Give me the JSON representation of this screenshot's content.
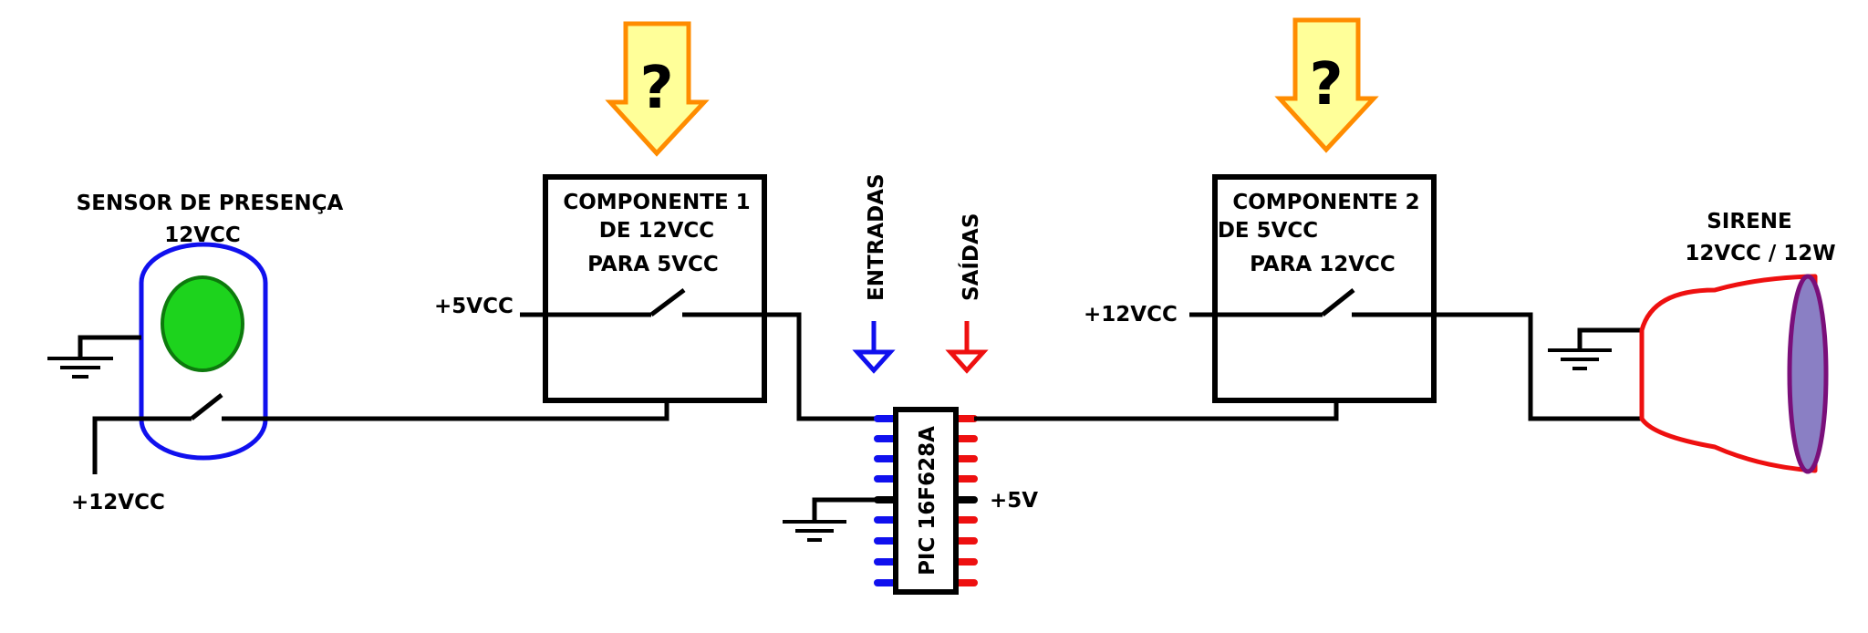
{
  "sensor": {
    "title": "SENSOR DE PRESENÇA",
    "voltage": "12VCC",
    "supply_label": "+12VCC"
  },
  "component1": {
    "line1": "COMPONENTE 1",
    "line2": "DE 12VCC",
    "line3": "PARA 5VCC",
    "input_label": "+5VCC",
    "question": "?"
  },
  "component2": {
    "line1": "COMPONENTE 2",
    "line2": "DE 5VCC",
    "line3": "PARA 12VCC",
    "input_label": "+12VCC",
    "question": "?"
  },
  "pic": {
    "name": "PIC 16F628A",
    "inputs_label": "ENTRADAS",
    "outputs_label": "SAÍDAS",
    "supply_label": "+5V"
  },
  "siren": {
    "title": "SIRENE",
    "rating": "12VCC / 12W"
  },
  "colors": {
    "wire": "#000000",
    "input_pins": "#1010ee",
    "output_pins": "#ee1010",
    "led": "#1dd31d",
    "sensor_outline": "#1010ee",
    "siren_body": "#ee1010",
    "siren_face": "#8a7fc4",
    "arrow_fill": "#ffff99",
    "arrow_outline": "#ff8c00"
  }
}
